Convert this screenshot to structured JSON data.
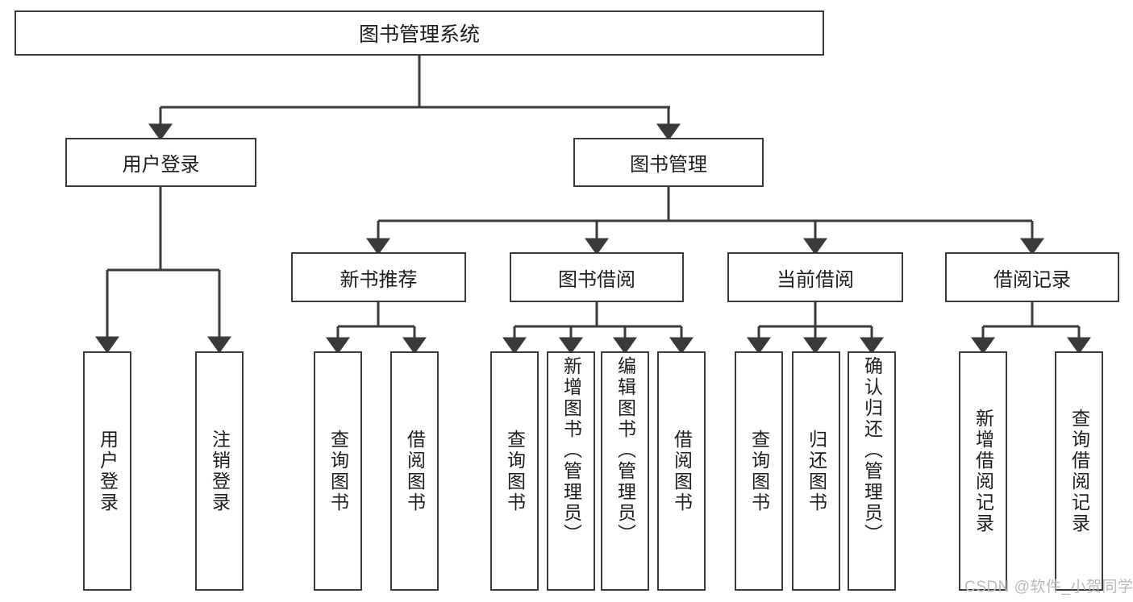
{
  "diagram": {
    "title": "图书管理系统",
    "root": {
      "label": "图书管理系统"
    },
    "level2": [
      {
        "label": "用户登录"
      },
      {
        "label": "图书管理"
      }
    ],
    "level3": [
      {
        "label": "新书推荐"
      },
      {
        "label": "图书借阅"
      },
      {
        "label": "当前借阅"
      },
      {
        "label": "借阅记录"
      }
    ],
    "leaves": [
      {
        "label": "用户登录"
      },
      {
        "label": "注销登录"
      },
      {
        "label": "查询图书"
      },
      {
        "label": "借阅图书"
      },
      {
        "label": "查询图书"
      },
      {
        "label": "新增图书（管理员）"
      },
      {
        "label": "编辑图书（管理员）"
      },
      {
        "label": "借阅图书"
      },
      {
        "label": "查询图书"
      },
      {
        "label": "归还图书"
      },
      {
        "label": "确认归还（管理员）"
      },
      {
        "label": "新增借阅记录"
      },
      {
        "label": "查询借阅记录"
      }
    ],
    "watermark": "CSDN @软件_小贺同学",
    "colors": {
      "stroke": "#3a3a3a",
      "fill": "#ffffff",
      "text": "#1d1d1d",
      "watermark": "#b9b9b9"
    }
  },
  "chart_data": {
    "type": "tree",
    "title": "图书管理系统",
    "nodes": [
      {
        "id": "root",
        "label": "图书管理系统",
        "level": 0,
        "parent": null
      },
      {
        "id": "n1",
        "label": "用户登录",
        "level": 1,
        "parent": "root"
      },
      {
        "id": "n2",
        "label": "图书管理",
        "level": 1,
        "parent": "root"
      },
      {
        "id": "n1a",
        "label": "用户登录",
        "level": 2,
        "parent": "n1"
      },
      {
        "id": "n1b",
        "label": "注销登录",
        "level": 2,
        "parent": "n1"
      },
      {
        "id": "n3",
        "label": "新书推荐",
        "level": 2,
        "parent": "n2"
      },
      {
        "id": "n4",
        "label": "图书借阅",
        "level": 2,
        "parent": "n2"
      },
      {
        "id": "n5",
        "label": "当前借阅",
        "level": 2,
        "parent": "n2"
      },
      {
        "id": "n6",
        "label": "借阅记录",
        "level": 2,
        "parent": "n2"
      },
      {
        "id": "n3a",
        "label": "查询图书",
        "level": 3,
        "parent": "n3"
      },
      {
        "id": "n3b",
        "label": "借阅图书",
        "level": 3,
        "parent": "n3"
      },
      {
        "id": "n4a",
        "label": "查询图书",
        "level": 3,
        "parent": "n4"
      },
      {
        "id": "n4b",
        "label": "新增图书（管理员）",
        "level": 3,
        "parent": "n4"
      },
      {
        "id": "n4c",
        "label": "编辑图书（管理员）",
        "level": 3,
        "parent": "n4"
      },
      {
        "id": "n4d",
        "label": "借阅图书",
        "level": 3,
        "parent": "n4"
      },
      {
        "id": "n5a",
        "label": "查询图书",
        "level": 3,
        "parent": "n5"
      },
      {
        "id": "n5b",
        "label": "归还图书",
        "level": 3,
        "parent": "n5"
      },
      {
        "id": "n5c",
        "label": "确认归还（管理员）",
        "level": 3,
        "parent": "n5"
      },
      {
        "id": "n6a",
        "label": "新增借阅记录",
        "level": 3,
        "parent": "n6"
      },
      {
        "id": "n6b",
        "label": "查询借阅记录",
        "level": 3,
        "parent": "n6"
      }
    ]
  }
}
